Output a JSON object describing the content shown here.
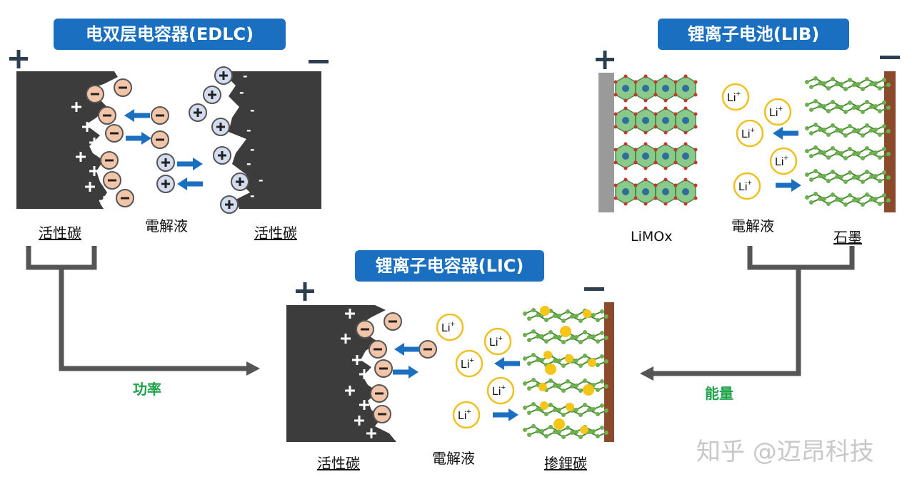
{
  "edlc": {
    "title": "电双层电容器(EDLC)",
    "left_label": "活性碳",
    "mid_label": "電解液",
    "right_label": "活性碳"
  },
  "lib": {
    "title": "锂离子电池(LIB)",
    "left_label": "LiMOx",
    "mid_label": "電解液",
    "right_label": "石墨"
  },
  "lic": {
    "title": "锂离子电容器(LIC)",
    "left_label": "活性碳",
    "mid_label": "電解液",
    "right_label": "掺鋰碳"
  },
  "flows": {
    "power_label": "功率",
    "energy_label": "能量"
  },
  "ion_text": "Li",
  "plus_sign": "+",
  "minus_sign": "–",
  "watermark": "知乎 @迈昂科技",
  "colors": {
    "badge": "#1a6fc0",
    "carbon": "#3c3c3c",
    "anion": "#f2c4a8",
    "cation": "#d4dcef",
    "li_ring": "#f0c020",
    "arrow": "#1a6fc0",
    "flow_line": "#555555",
    "flow_text": "#1fa34a",
    "graphite_node": "#6ab04c",
    "substrate": "#8b4a2b"
  }
}
